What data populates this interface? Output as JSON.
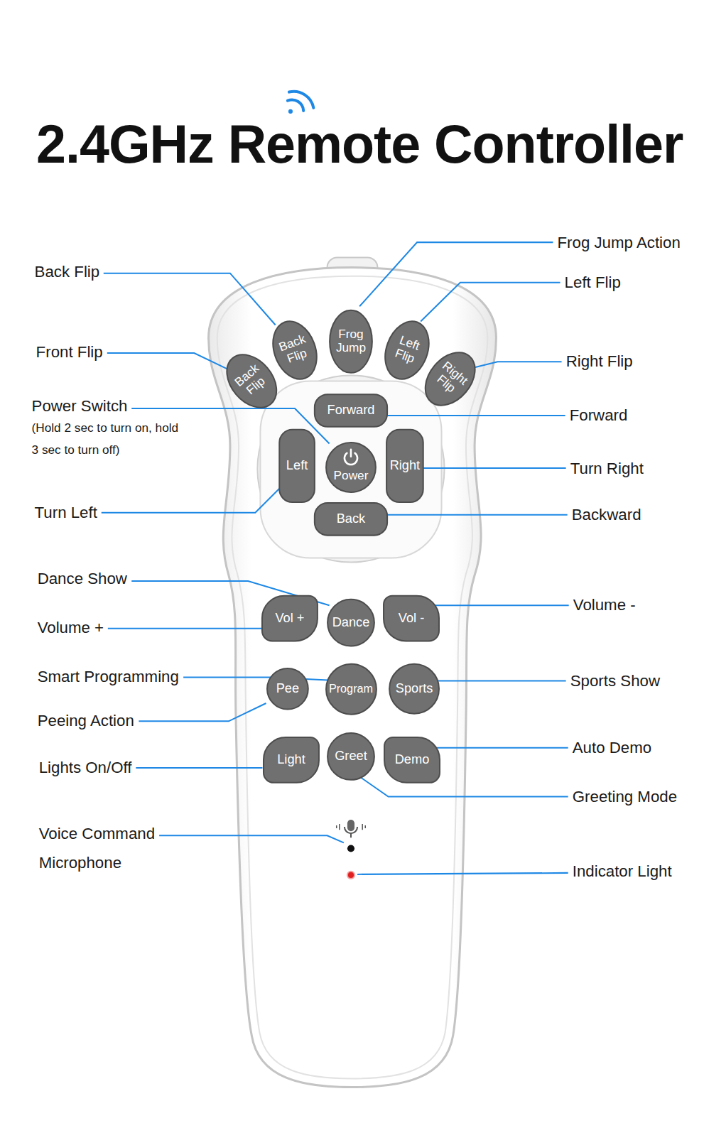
{
  "diagram": {
    "title": "2.4GHz Remote Controller",
    "nodes": [
      {
        "text": [
          "Back Flip"
        ]
      },
      {
        "text": [
          "Back Flip"
        ]
      },
      {
        "text": [
          "Frog Jump"
        ]
      },
      {
        "text": [
          "Left Flip"
        ]
      },
      {
        "text": [
          "Right Flip"
        ]
      },
      {
        "text": [
          "Forward"
        ]
      },
      {
        "text": [
          "Left"
        ]
      },
      {
        "text": [
          "Power"
        ]
      },
      {
        "text": [
          "Right"
        ]
      },
      {
        "text": [
          "Back"
        ]
      },
      {
        "text": [
          "Vol +"
        ]
      },
      {
        "text": [
          "Dance"
        ]
      },
      {
        "text": [
          "Vol -"
        ]
      },
      {
        "text": [
          "Pee"
        ]
      },
      {
        "text": [
          "Program"
        ]
      },
      {
        "text": [
          "Sports"
        ]
      },
      {
        "text": [
          "Light"
        ]
      },
      {
        "text": [
          "Greet"
        ]
      },
      {
        "text": [
          "Demo"
        ]
      }
    ],
    "labels": [
      "Back Flip",
      "Front Flip",
      "Power Switch",
      "(Hold 2 sec to turn on, hold 3 sec to turn off)",
      "Turn Left",
      "Dance Show",
      "Volume +",
      "Smart Programming",
      "Peeing Action",
      "Lights On/Off",
      "Voice Command Microphone",
      "Frog Jump Action",
      "Left Flip",
      "Right Flip",
      "Forward",
      "Turn Right",
      "Backward",
      "Volume -",
      "Sports Show",
      "Auto Demo",
      "Greeting Mode",
      "Indicator Light"
    ]
  }
}
